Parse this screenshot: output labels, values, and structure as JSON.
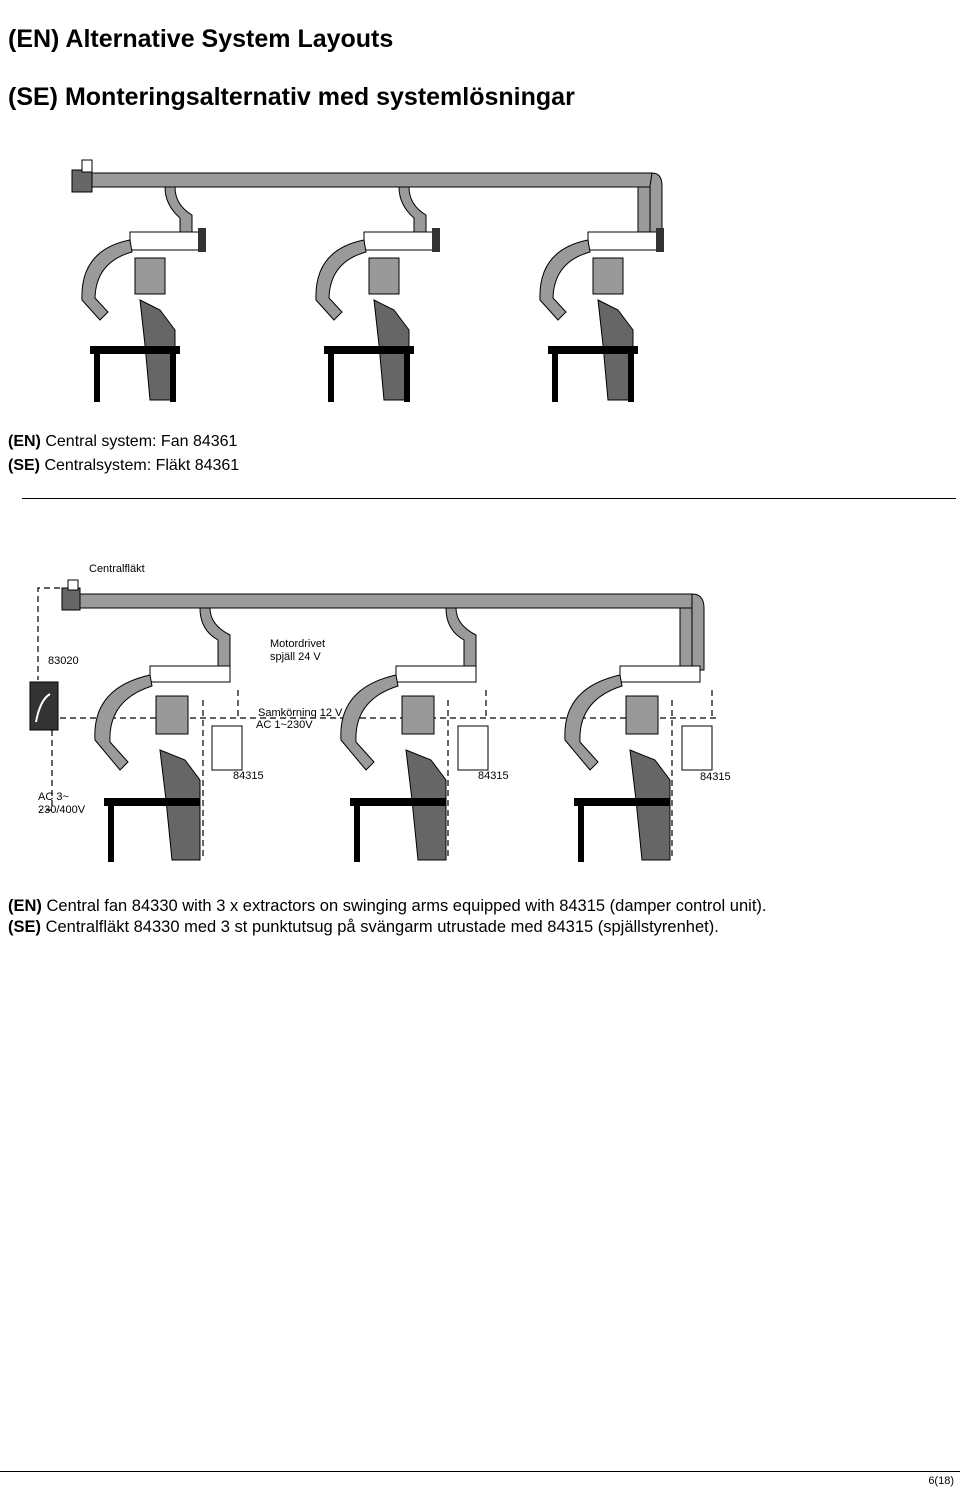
{
  "titles": {
    "en": "(EN) Alternative System Layouts",
    "se": "(SE) Monteringsalternativ med systemlösningar"
  },
  "figure1": {
    "caption_en_prefix": "(EN)",
    "caption_en_text": " Central system: Fan 84361",
    "caption_se_prefix": "(SE)",
    "caption_se_text": " Centralsystem: Fläkt 84361"
  },
  "figure2": {
    "labels": {
      "central_fan": "Centralfläkt",
      "motor_damper_1": "Motordrivet",
      "motor_damper_2": "spjäll 24 V",
      "control_unit": "83020",
      "coop_1": "Samkörning 12 V",
      "coop_2": "AC 1~230V",
      "supply_1": "AC 3~",
      "supply_2": "230/400V",
      "unit_a": "84315",
      "unit_b": "84315",
      "unit_c": "84315"
    },
    "caption_en_prefix": "(EN)",
    "caption_en_text": " Central fan 84330 with 3 x extractors on swinging arms equipped with 84315 (damper control unit).",
    "caption_se_prefix": "(SE)",
    "caption_se_text": " Centralfläkt 84330 med 3 st punktutsug på svängarm utrustade med 84315 (spjällstyrenhet)."
  },
  "footer": {
    "page": "6(18)"
  },
  "colors": {
    "duct": "#9a9a9a",
    "dark": "#444444"
  }
}
